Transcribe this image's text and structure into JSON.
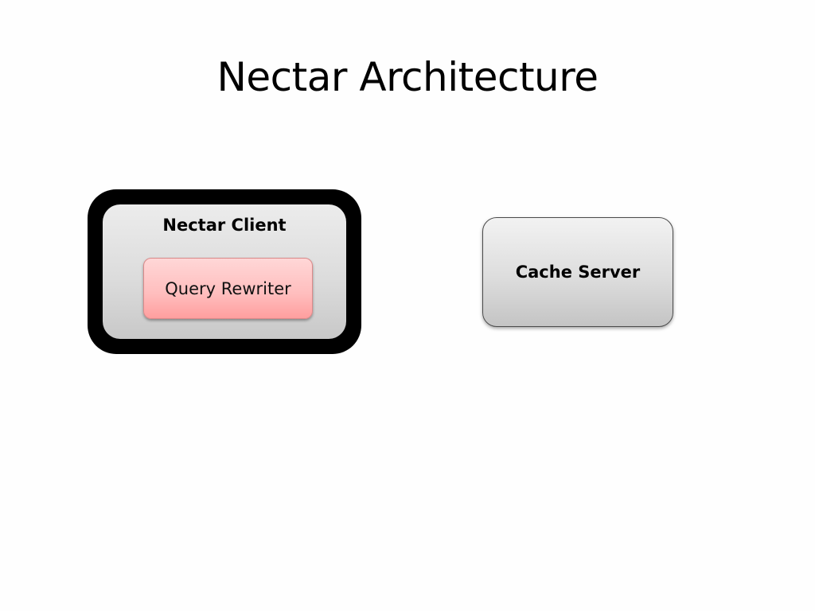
{
  "slide": {
    "title": "Nectar Architecture"
  },
  "diagram": {
    "client": {
      "label": "Nectar Client",
      "rewriter_label": "Query Rewriter"
    },
    "cache_server": {
      "label": "Cache Server"
    }
  },
  "colors": {
    "client_border": "#000000",
    "rewriter_fill": "#ffbdbd",
    "server_fill": "#dddddd"
  }
}
